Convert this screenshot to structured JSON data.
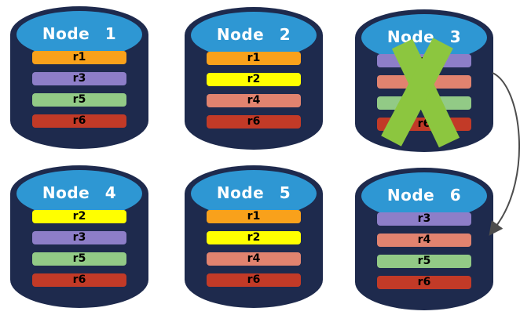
{
  "colors": {
    "cylinder_body": "#1E2A4D",
    "cylinder_top": "#2E97D3",
    "title_text": "#FFFFFF",
    "record_text": "#000000",
    "failure_x": "#8CC63F",
    "arrow": "#4D4D4D"
  },
  "diagram": {
    "failed_node": "Node 3",
    "arrow_from": "Node 3",
    "arrow_to": "Node 6"
  },
  "nodes": [
    {
      "title": "Node 1",
      "records": [
        {
          "label": "r1",
          "color": "#F9A11B"
        },
        {
          "label": "r3",
          "color": "#8D7EC8"
        },
        {
          "label": "r5",
          "color": "#92CA86"
        },
        {
          "label": "r6",
          "color": "#C23A27"
        }
      ]
    },
    {
      "title": "Node 2",
      "records": [
        {
          "label": "r1",
          "color": "#F9A11B"
        },
        {
          "label": "r2",
          "color": "#FFFF00"
        },
        {
          "label": "r4",
          "color": "#E1836F"
        },
        {
          "label": "r6",
          "color": "#C23A27"
        }
      ]
    },
    {
      "title": "Node 3",
      "failed": true,
      "records": [
        {
          "label": "r3",
          "color": "#8D7EC8"
        },
        {
          "label": "r4",
          "color": "#E1836F"
        },
        {
          "label": "r5",
          "color": "#92CA86"
        },
        {
          "label": "r6",
          "color": "#C23A27"
        }
      ]
    },
    {
      "title": "Node 4",
      "records": [
        {
          "label": "r2",
          "color": "#FFFF00"
        },
        {
          "label": "r3",
          "color": "#8D7EC8"
        },
        {
          "label": "r5",
          "color": "#92CA86"
        },
        {
          "label": "r6",
          "color": "#C23A27"
        }
      ]
    },
    {
      "title": "Node 5",
      "records": [
        {
          "label": "r1",
          "color": "#F9A11B"
        },
        {
          "label": "r2",
          "color": "#FFFF00"
        },
        {
          "label": "r4",
          "color": "#E1836F"
        },
        {
          "label": "r6",
          "color": "#C23A27"
        }
      ]
    },
    {
      "title": "Node 6",
      "records": [
        {
          "label": "r3",
          "color": "#8D7EC8"
        },
        {
          "label": "r4",
          "color": "#E1836F"
        },
        {
          "label": "r5",
          "color": "#92CA86"
        },
        {
          "label": "r6",
          "color": "#C23A27"
        }
      ]
    }
  ]
}
